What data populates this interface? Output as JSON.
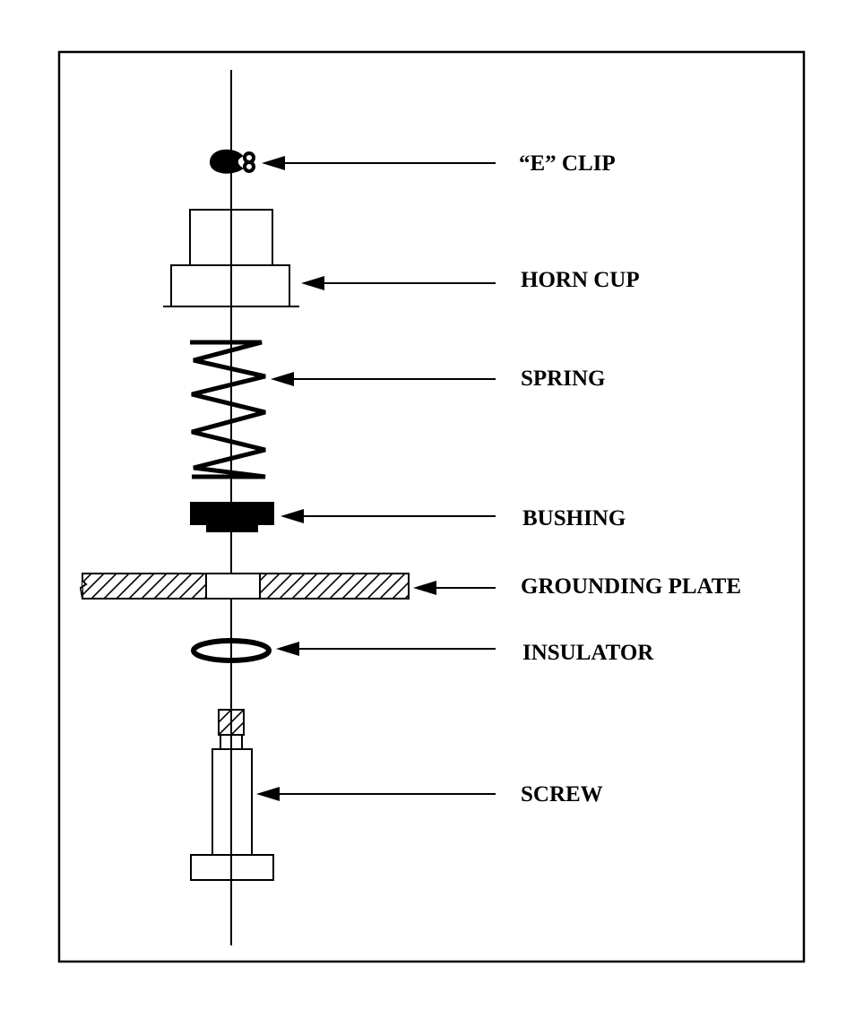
{
  "diagram": {
    "colors": {
      "ink": "#000000",
      "paper": "#ffffff"
    },
    "parts": [
      {
        "id": "e-clip",
        "label": "“E” CLIP"
      },
      {
        "id": "horn-cup",
        "label": "HORN CUP"
      },
      {
        "id": "spring",
        "label": "SPRING"
      },
      {
        "id": "bushing",
        "label": "BUSHING"
      },
      {
        "id": "grounding-plate",
        "label": "GROUNDING PLATE"
      },
      {
        "id": "insulator",
        "label": "INSULATOR"
      },
      {
        "id": "screw",
        "label": "SCREW"
      }
    ]
  }
}
